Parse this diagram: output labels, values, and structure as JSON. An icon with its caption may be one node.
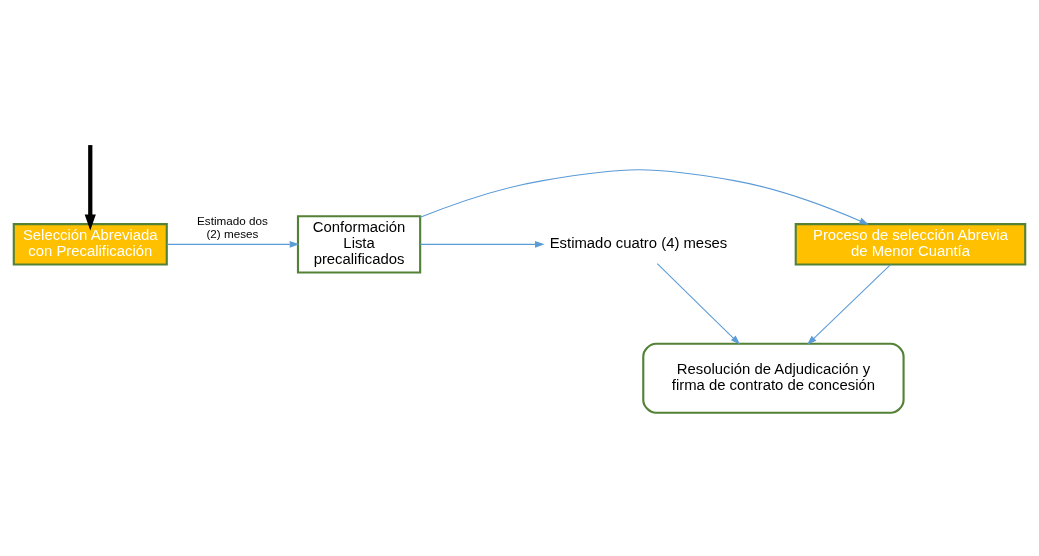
{
  "diagram": {
    "nodes": [
      {
        "text": [
          "Selección Abreviada con Precalificación"
        ]
      },
      {
        "text": [
          "Conformación Lista precalificados"
        ]
      },
      {
        "text": [
          "Proceso de selección Abrevia de Menor Cuantía"
        ]
      },
      {
        "text": [
          "Resolución de Adjudicación y firma de contrato de concesión"
        ]
      },
      {
        "text": [
          "Estimado cuatro (4) meses"
        ]
      }
    ],
    "edges": [
      {
        "from": null,
        "to": 0,
        "arrow": "to",
        "style": "thick",
        "color": "#000000"
      },
      {
        "from": 0,
        "to": 1,
        "arrow": "to",
        "label": "Estimado dos (2) meses"
      },
      {
        "from": 1,
        "to": 2,
        "arrow": "to"
      },
      {
        "from": 2,
        "to": 3,
        "arrow": "to"
      },
      {
        "from": 1,
        "to": 4,
        "arrow": "to"
      },
      {
        "from": 4,
        "to": 3,
        "arrow": "to"
      }
    ]
  }
}
